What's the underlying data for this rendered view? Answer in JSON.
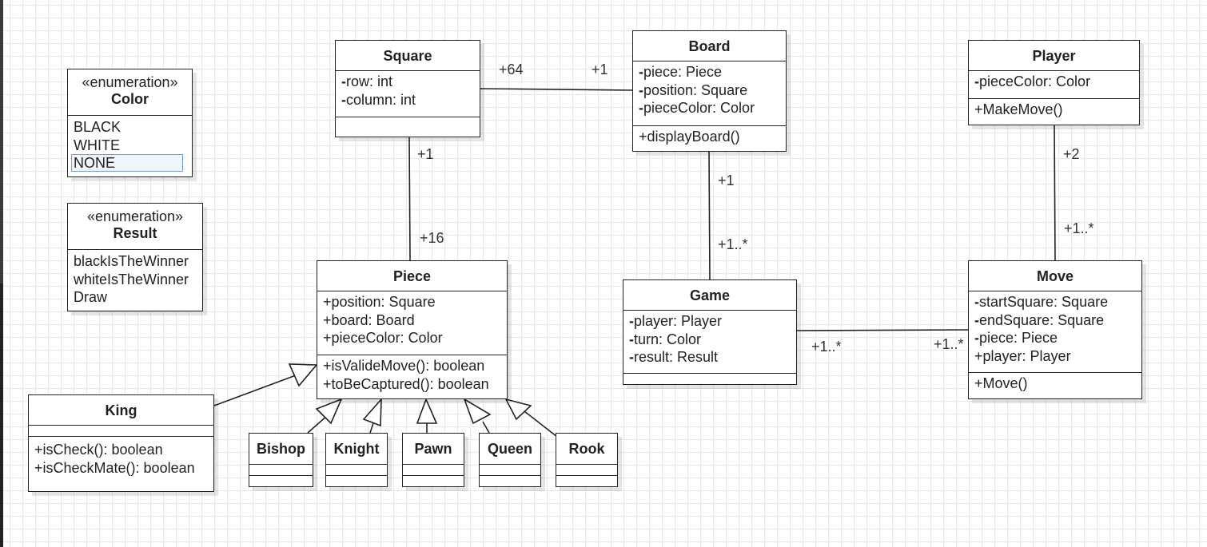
{
  "enums": {
    "color": {
      "stereotype": "«enumeration»",
      "name": "Color",
      "literals": [
        "BLACK",
        "WHITE",
        "NONE"
      ]
    },
    "result": {
      "stereotype": "«enumeration»",
      "name": "Result",
      "literals": [
        "blackIsTheWinner",
        "whiteIsTheWinner",
        "Draw"
      ]
    }
  },
  "classes": {
    "square": {
      "name": "Square",
      "attributes": [
        {
          "vis": "-",
          "text": "row: int"
        },
        {
          "vis": "-",
          "text": "column: int"
        }
      ],
      "operations": []
    },
    "board": {
      "name": "Board",
      "attributes": [
        {
          "vis": "-",
          "text": "piece: Piece"
        },
        {
          "vis": "-",
          "text": "position: Square"
        },
        {
          "vis": "-",
          "text": "pieceColor: Color"
        }
      ],
      "operations": [
        {
          "vis": "+",
          "text": "displayBoard()"
        }
      ]
    },
    "player": {
      "name": "Player",
      "attributes": [
        {
          "vis": "-",
          "text": "pieceColor: Color"
        }
      ],
      "operations": [
        {
          "vis": "+",
          "text": "MakeMove()"
        }
      ]
    },
    "piece": {
      "name": "Piece",
      "attributes": [
        {
          "vis": "+",
          "text": "position: Square"
        },
        {
          "vis": "+",
          "text": "board: Board"
        },
        {
          "vis": "+",
          "text": "pieceColor: Color"
        }
      ],
      "operations": [
        {
          "vis": "+",
          "text": "isValideMove(): boolean"
        },
        {
          "vis": "+",
          "text": "toBeCaptured(): boolean"
        }
      ]
    },
    "game": {
      "name": "Game",
      "attributes": [
        {
          "vis": "-",
          "text": "player: Player"
        },
        {
          "vis": "-",
          "text": "turn: Color"
        },
        {
          "vis": "-",
          "text": "result: Result"
        }
      ],
      "operations": []
    },
    "move": {
      "name": "Move",
      "attributes": [
        {
          "vis": "-",
          "text": "startSquare: Square"
        },
        {
          "vis": "-",
          "text": "endSquare: Square"
        },
        {
          "vis": "-",
          "text": "piece: Piece"
        },
        {
          "vis": "+",
          "text": "player: Player"
        }
      ],
      "operations": [
        {
          "vis": "+",
          "text": "Move()"
        }
      ]
    },
    "king": {
      "name": "King",
      "attributes": [],
      "operations": [
        {
          "vis": "+",
          "text": "isCheck(): boolean"
        },
        {
          "vis": "+",
          "text": "isCheckMate(): boolean"
        }
      ]
    },
    "bishop": {
      "name": "Bishop"
    },
    "knight": {
      "name": "Knight"
    },
    "pawn": {
      "name": "Pawn"
    },
    "queen": {
      "name": "Queen"
    },
    "rook": {
      "name": "Rook"
    }
  },
  "multiplicities": {
    "square_board_near_square": "+64",
    "square_board_near_board": "+1",
    "square_piece_near_square": "+1",
    "square_piece_near_piece": "+16",
    "board_game_near_board": "+1",
    "board_game_near_game": "+1..*",
    "player_move_near_player": "+2",
    "player_move_near_move": "+1..*",
    "game_move_near_game": "+1..*",
    "game_move_near_move": "+1..*"
  },
  "colors": {
    "line": "#222222",
    "selection": "#6d9edb",
    "grid": "#e9e9e9"
  }
}
